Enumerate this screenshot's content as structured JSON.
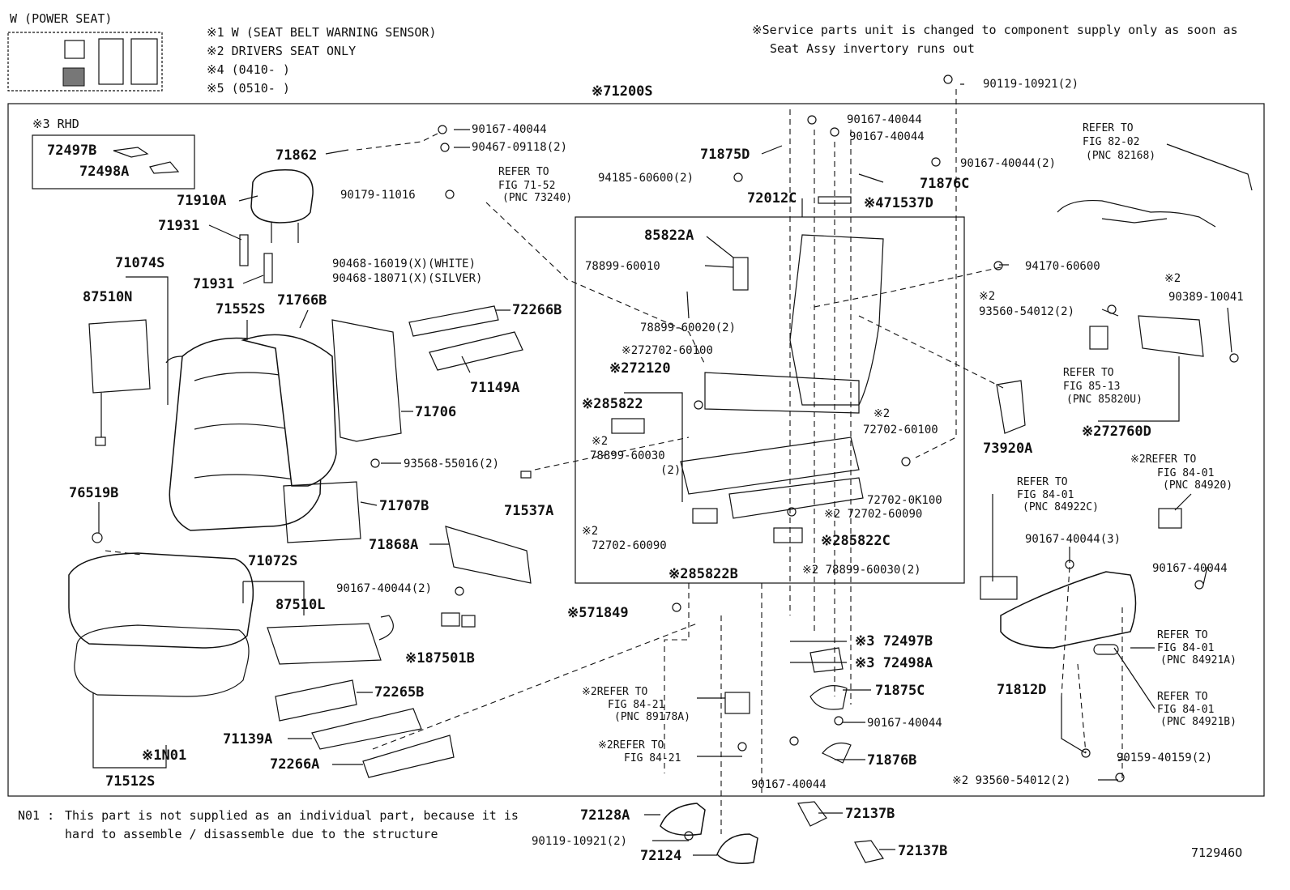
{
  "header": {
    "variant_title": "W (POWER SEAT)",
    "notes": [
      "※1  W (SEAT BELT WARNING SENSOR)",
      "※2  DRIVERS  SEAT  ONLY",
      "※4  (0410-      )",
      "※5  (0510-      )"
    ],
    "service_note": [
      "※Service parts unit is changed to component supply only as soon as",
      "Seat Assy invertory runs out"
    ]
  },
  "assembly_label": "※71200S",
  "rhd_box": {
    "title": "※3 RHD",
    "items": [
      "72497B",
      "72498A"
    ]
  },
  "footnote": {
    "code": "N01 :",
    "lines": [
      "This part is not supplied as an individual part, because it is",
      "hard to assemble / disassemble due to the structure"
    ]
  },
  "figure_id": "712946O",
  "labels": [
    {
      "id": "l1",
      "text": "71862"
    },
    {
      "id": "l2",
      "text": "90167-40044"
    },
    {
      "id": "l3",
      "text": "90467-09118(2)"
    },
    {
      "id": "l4",
      "text": "71910A"
    },
    {
      "id": "l5",
      "text": "71931"
    },
    {
      "id": "l6",
      "text": "71931"
    },
    {
      "id": "l7",
      "text": "90179-11016"
    },
    {
      "id": "l8",
      "text": "REFER TO"
    },
    {
      "id": "l9",
      "text": "FIG 71-52"
    },
    {
      "id": "l10",
      "text": "(PNC 73240)"
    },
    {
      "id": "l11",
      "text": "90468-16019(X)(WHITE)"
    },
    {
      "id": "l12",
      "text": "90468-18071(X)(SILVER)"
    },
    {
      "id": "l13",
      "text": "71074S"
    },
    {
      "id": "l14",
      "text": "87510N"
    },
    {
      "id": "l15",
      "text": "71552S"
    },
    {
      "id": "l16",
      "text": "71766B"
    },
    {
      "id": "l17",
      "text": "72266B"
    },
    {
      "id": "l18",
      "text": "71149A"
    },
    {
      "id": "l19",
      "text": "71706"
    },
    {
      "id": "l20",
      "text": "93568-55016(2)"
    },
    {
      "id": "l21",
      "text": "76519B"
    },
    {
      "id": "l22",
      "text": "71707B"
    },
    {
      "id": "l23",
      "text": "71537A"
    },
    {
      "id": "l24",
      "text": "71868A"
    },
    {
      "id": "l25",
      "text": "71072S"
    },
    {
      "id": "l26",
      "text": "87510L"
    },
    {
      "id": "l27",
      "text": "90167-40044(2)"
    },
    {
      "id": "l28",
      "text": "※187501B"
    },
    {
      "id": "l29",
      "text": "72265B"
    },
    {
      "id": "l30",
      "text": "71139A"
    },
    {
      "id": "l31",
      "text": "72266A"
    },
    {
      "id": "l32",
      "text": "※1N01"
    },
    {
      "id": "l33",
      "text": "71512S"
    },
    {
      "id": "l34",
      "text": "71875D"
    },
    {
      "id": "l35",
      "text": "90167-40044"
    },
    {
      "id": "l36",
      "text": "90167-40044"
    },
    {
      "id": "l37",
      "text": "94185-60600(2)"
    },
    {
      "id": "l38",
      "text": "72012C"
    },
    {
      "id": "l39",
      "text": "71876C"
    },
    {
      "id": "l40",
      "text": "※471537D"
    },
    {
      "id": "l41",
      "text": "90119-10921(2)"
    },
    {
      "id": "l42",
      "text": "90167-40044(2)"
    },
    {
      "id": "l43",
      "text": "85822A"
    },
    {
      "id": "l44",
      "text": "78899-60010"
    },
    {
      "id": "l45",
      "text": "78899-60020(2)"
    },
    {
      "id": "l46",
      "text": "※272702-60100"
    },
    {
      "id": "l47",
      "text": "※272120"
    },
    {
      "id": "l48",
      "text": "※285822"
    },
    {
      "id": "l49",
      "text": "※2"
    },
    {
      "id": "l50",
      "text": "78899-60030"
    },
    {
      "id": "l51",
      "text": "(2)"
    },
    {
      "id": "l52",
      "text": "※2"
    },
    {
      "id": "l53",
      "text": "72702-60090"
    },
    {
      "id": "l54",
      "text": "※285822B"
    },
    {
      "id": "l55",
      "text": "※2"
    },
    {
      "id": "l56",
      "text": "72702-60100"
    },
    {
      "id": "l57",
      "text": "72702-0K100"
    },
    {
      "id": "l58",
      "text": "※2 72702-60090"
    },
    {
      "id": "l59",
      "text": "※285822C"
    },
    {
      "id": "l60",
      "text": "※2 78899-60030(2)"
    },
    {
      "id": "l61",
      "text": "※571849"
    },
    {
      "id": "l62",
      "text": "REFER TO"
    },
    {
      "id": "l63",
      "text": "FIG 82-02"
    },
    {
      "id": "l64",
      "text": "(PNC 82168)"
    },
    {
      "id": "l65",
      "text": "94170-60600"
    },
    {
      "id": "l66",
      "text": "※2"
    },
    {
      "id": "l67",
      "text": "93560-54012(2)"
    },
    {
      "id": "l68",
      "text": "※2"
    },
    {
      "id": "l69",
      "text": "90389-10041"
    },
    {
      "id": "l70",
      "text": "REFER TO"
    },
    {
      "id": "l71",
      "text": "FIG 85-13"
    },
    {
      "id": "l72",
      "text": "(PNC 85820U)"
    },
    {
      "id": "l73",
      "text": "※272760D"
    },
    {
      "id": "l74",
      "text": "73920A"
    },
    {
      "id": "l75",
      "text": "REFER TO"
    },
    {
      "id": "l76",
      "text": "FIG 84-01"
    },
    {
      "id": "l77",
      "text": "(PNC 84922C)"
    },
    {
      "id": "l78",
      "text": "※2REFER TO"
    },
    {
      "id": "l79",
      "text": "FIG 84-01"
    },
    {
      "id": "l80",
      "text": "(PNC 84920)"
    },
    {
      "id": "l81",
      "text": "90167-40044(3)"
    },
    {
      "id": "l82",
      "text": "90167-40044"
    },
    {
      "id": "l83",
      "text": "REFER TO"
    },
    {
      "id": "l84",
      "text": "FIG 84-01"
    },
    {
      "id": "l85",
      "text": "(PNC 84921A)"
    },
    {
      "id": "l86",
      "text": "71812D"
    },
    {
      "id": "l87",
      "text": "REFER TO"
    },
    {
      "id": "l88",
      "text": "FIG 84-01"
    },
    {
      "id": "l89",
      "text": "(PNC 84921B)"
    },
    {
      "id": "l90",
      "text": "90159-40159(2)"
    },
    {
      "id": "l91",
      "text": "※2 93560-54012(2)"
    },
    {
      "id": "l92",
      "text": "※3 72497B"
    },
    {
      "id": "l93",
      "text": "※3 72498A"
    },
    {
      "id": "l94",
      "text": "71875C"
    },
    {
      "id": "l95",
      "text": "90167-40044"
    },
    {
      "id": "l96",
      "text": "71876B"
    },
    {
      "id": "l97",
      "text": "90167-40044"
    },
    {
      "id": "l98",
      "text": "※2REFER TO"
    },
    {
      "id": "l99",
      "text": "FIG 84-21"
    },
    {
      "id": "l100",
      "text": "(PNC 89178A)"
    },
    {
      "id": "l101",
      "text": "※2REFER TO"
    },
    {
      "id": "l102",
      "text": "FIG 84-21"
    },
    {
      "id": "l103",
      "text": "72128A"
    },
    {
      "id": "l104",
      "text": "90119-10921(2)"
    },
    {
      "id": "l105",
      "text": "72124"
    },
    {
      "id": "l106",
      "text": "72137B"
    },
    {
      "id": "l107",
      "text": "72137B"
    }
  ]
}
